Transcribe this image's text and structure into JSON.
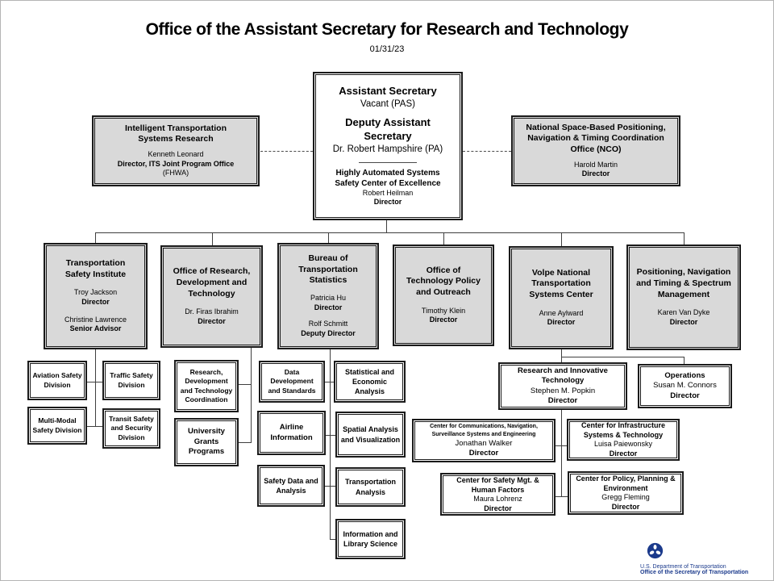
{
  "title": "Office of the Assistant Secretary for Research and Technology",
  "date": "01/31/23",
  "central": {
    "role1": "Assistant Secretary",
    "incumbent1": "Vacant (PAS)",
    "role2": "Deputy Assistant Secretary",
    "incumbent2": "Dr. Robert Hampshire (PA)",
    "unit": "Highly Automated Systems Safety Center of Excellence",
    "unit_person": "Robert Heilman",
    "unit_title": "Director"
  },
  "its": {
    "name": "Intelligent Transportation Systems Research",
    "person": "Kenneth Leonard",
    "title": "Director, ITS Joint Program Office",
    "agency": "(FHWA)"
  },
  "nco": {
    "name": "National Space-Based Positioning, Navigation & Timing Coordination Office (NCO)",
    "person": "Harold Martin",
    "title": "Director"
  },
  "offices": [
    {
      "name": "Transportation Safety Institute",
      "person": "Troy Jackson",
      "title": "Director",
      "person2": "Christine Lawrence",
      "title2": "Senior Advisor"
    },
    {
      "name": "Office of Research, Development and Technology",
      "person": "Dr. Firas Ibrahim",
      "title": "Director"
    },
    {
      "name": "Bureau of Transportation Statistics",
      "person": "Patricia Hu",
      "title": "Director",
      "person2": "Rolf Schmitt",
      "title2": "Deputy Director"
    },
    {
      "name": "Office of Technology Policy and Outreach",
      "person": "Timothy Klein",
      "title": "Director"
    },
    {
      "name": "Volpe National Transportation Systems Center",
      "person": "Anne Aylward",
      "title": "Director"
    },
    {
      "name": "Positioning, Navigation and Timing & Spectrum Management",
      "person": "Karen Van Dyke",
      "title": "Director"
    }
  ],
  "tsi_units": [
    "Aviation Safety Division",
    "Traffic Safety Division",
    "Multi-Modal Safety Division",
    "Transit Safety and Security Division"
  ],
  "ordt_units": [
    "Research, Development and Technology Coordination",
    "University Grants Programs"
  ],
  "bts_units": [
    "Data Development and Standards",
    "Statistical and Economic Analysis",
    "Airline Information",
    "Spatial Analysis and Visualization",
    "Safety Data and Analysis",
    "Transportation Analysis",
    "Information and Library Science"
  ],
  "volpe_units": [
    {
      "name": "Research and Innovative Technology",
      "person": "Stephen M. Popkin",
      "title": "Director"
    },
    {
      "name": "Operations",
      "person": "Susan M. Connors",
      "title": "Director"
    },
    {
      "name": "Center for Communications,  Navigation, Surveillance Systems and Engineering",
      "person": "Jonathan Walker",
      "title": "Director"
    },
    {
      "name": "Center for Infrastructure Systems & Technology",
      "person": "Luisa Paiewonsky",
      "title": "Director"
    },
    {
      "name": "Center for Safety Mgt. & Human Factors",
      "person": "Maura Lohrenz",
      "title": "Director"
    },
    {
      "name": "Center for Policy, Planning & Environment",
      "person": "Gregg Fleming",
      "title": "Director"
    }
  ],
  "footer": {
    "agency": "U.S. Department of Transportation",
    "office": "Office of the Secretary of Transportation"
  }
}
